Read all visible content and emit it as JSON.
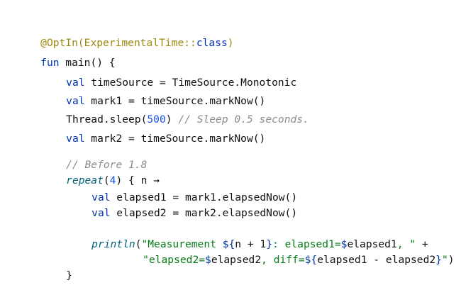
{
  "code": {
    "l1_annotation": "@OptIn",
    "l1_open": "(",
    "l1_class": "ExperimentalTime",
    "l1_sep": "::",
    "l1_kw_class": "class",
    "l1_close": ")",
    "l2_kw_fun": "fun",
    "l2_rest": " main() {",
    "l3_kw_val": "val",
    "l3_rest": " timeSource = TimeSource.Monotonic",
    "l4_kw_val": "val",
    "l4_rest": " mark1 = timeSource.markNow()",
    "l5_prefix": "Thread.sleep(",
    "l5_num": "500",
    "l5_suffix": ")",
    "l5_comment": " // Sleep 0.5 seconds.",
    "l6_kw_val": "val",
    "l6_rest": " mark2 = timeSource.markNow()",
    "l7_comment": "// Before 1.8",
    "l8_fn": "repeat",
    "l8_open": "(",
    "l8_num": "4",
    "l8_rest": ") { n ",
    "l8_arrow": "→",
    "l9_kw_val": "val",
    "l9_rest": " elapsed1 = mark1.elapsedNow()",
    "l10_kw_val": "val",
    "l10_rest": " elapsed2 = mark2.elapsedNow()",
    "l11_fn": "println",
    "l11_open": "(",
    "l11_str1": "\"Measurement ",
    "l11_tmpl1": "${",
    "l11_expr1": "n + 1",
    "l11_tmpl1_close": "}",
    "l11_str2": ": elapsed1=",
    "l11_tmpl2": "$",
    "l11_expr2": "elapsed1",
    "l11_str3": ", \"",
    "l11_plus": " +",
    "l12_str1": "\"elapsed2=",
    "l12_tmpl1": "$",
    "l12_expr1": "elapsed2",
    "l12_str2": ", diff=",
    "l12_tmpl2": "${",
    "l12_expr2": "elapsed1 - elapsed2",
    "l12_tmpl2_close": "}",
    "l12_str3": "\"",
    "l12_close": ")",
    "l13_brace": "}"
  }
}
